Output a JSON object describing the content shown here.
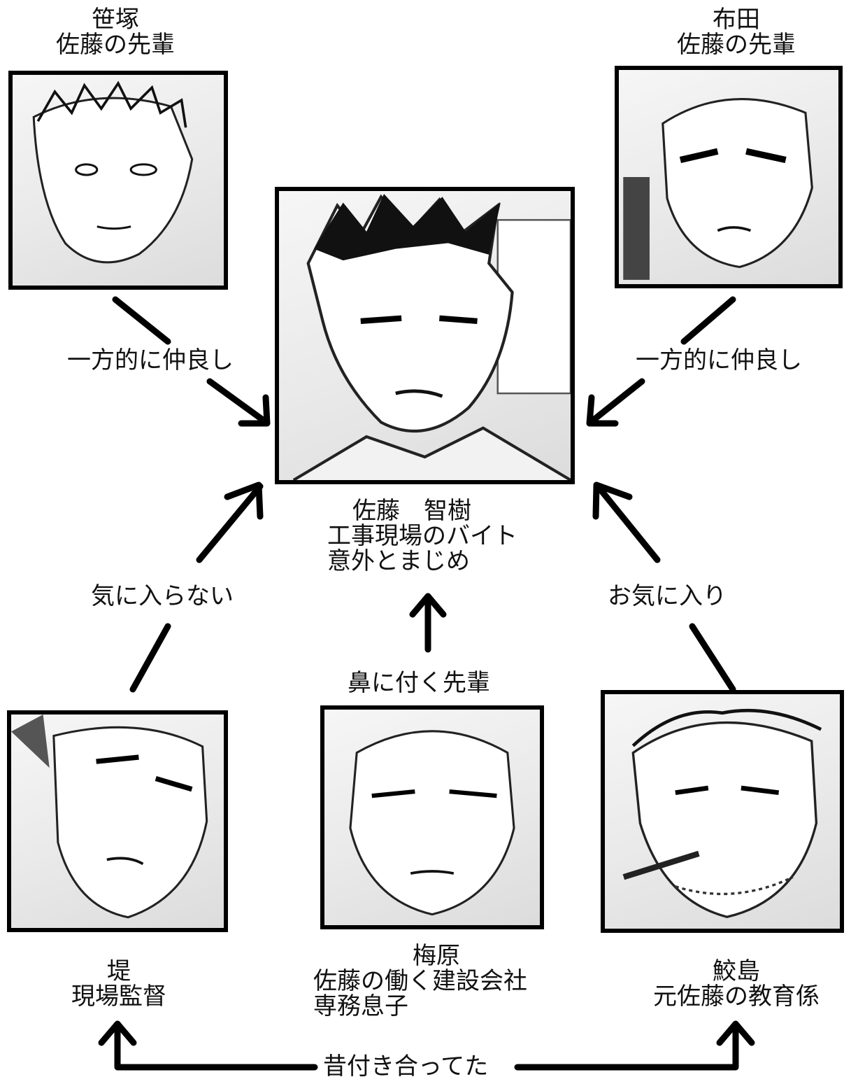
{
  "characters": {
    "sasazuka": {
      "name": "笹塚",
      "role": "佐藤の先輩"
    },
    "nunoda": {
      "name": "布田",
      "role": "佐藤の先輩"
    },
    "sato": {
      "name": "佐藤　智樹",
      "role1": "工事現場のバイト",
      "role2": "意外とまじめ"
    },
    "tsutsumi": {
      "name": "堤",
      "role": "現場監督"
    },
    "umehara": {
      "name": "梅原",
      "role1": "佐藤の働く建設会社",
      "role2": "専務息子"
    },
    "samejima": {
      "name": "鮫島",
      "role": "元佐藤の教育係"
    }
  },
  "relations": {
    "sasazuka_to_sato": "一方的に仲良し",
    "nunoda_to_sato": "一方的に仲良し",
    "tsutsumi_to_sato": "気に入らない",
    "samejima_to_sato": "お気に入り",
    "umehara_to_sato": "鼻に付く先輩",
    "tsutsumi_samejima": "昔付き合ってた"
  }
}
